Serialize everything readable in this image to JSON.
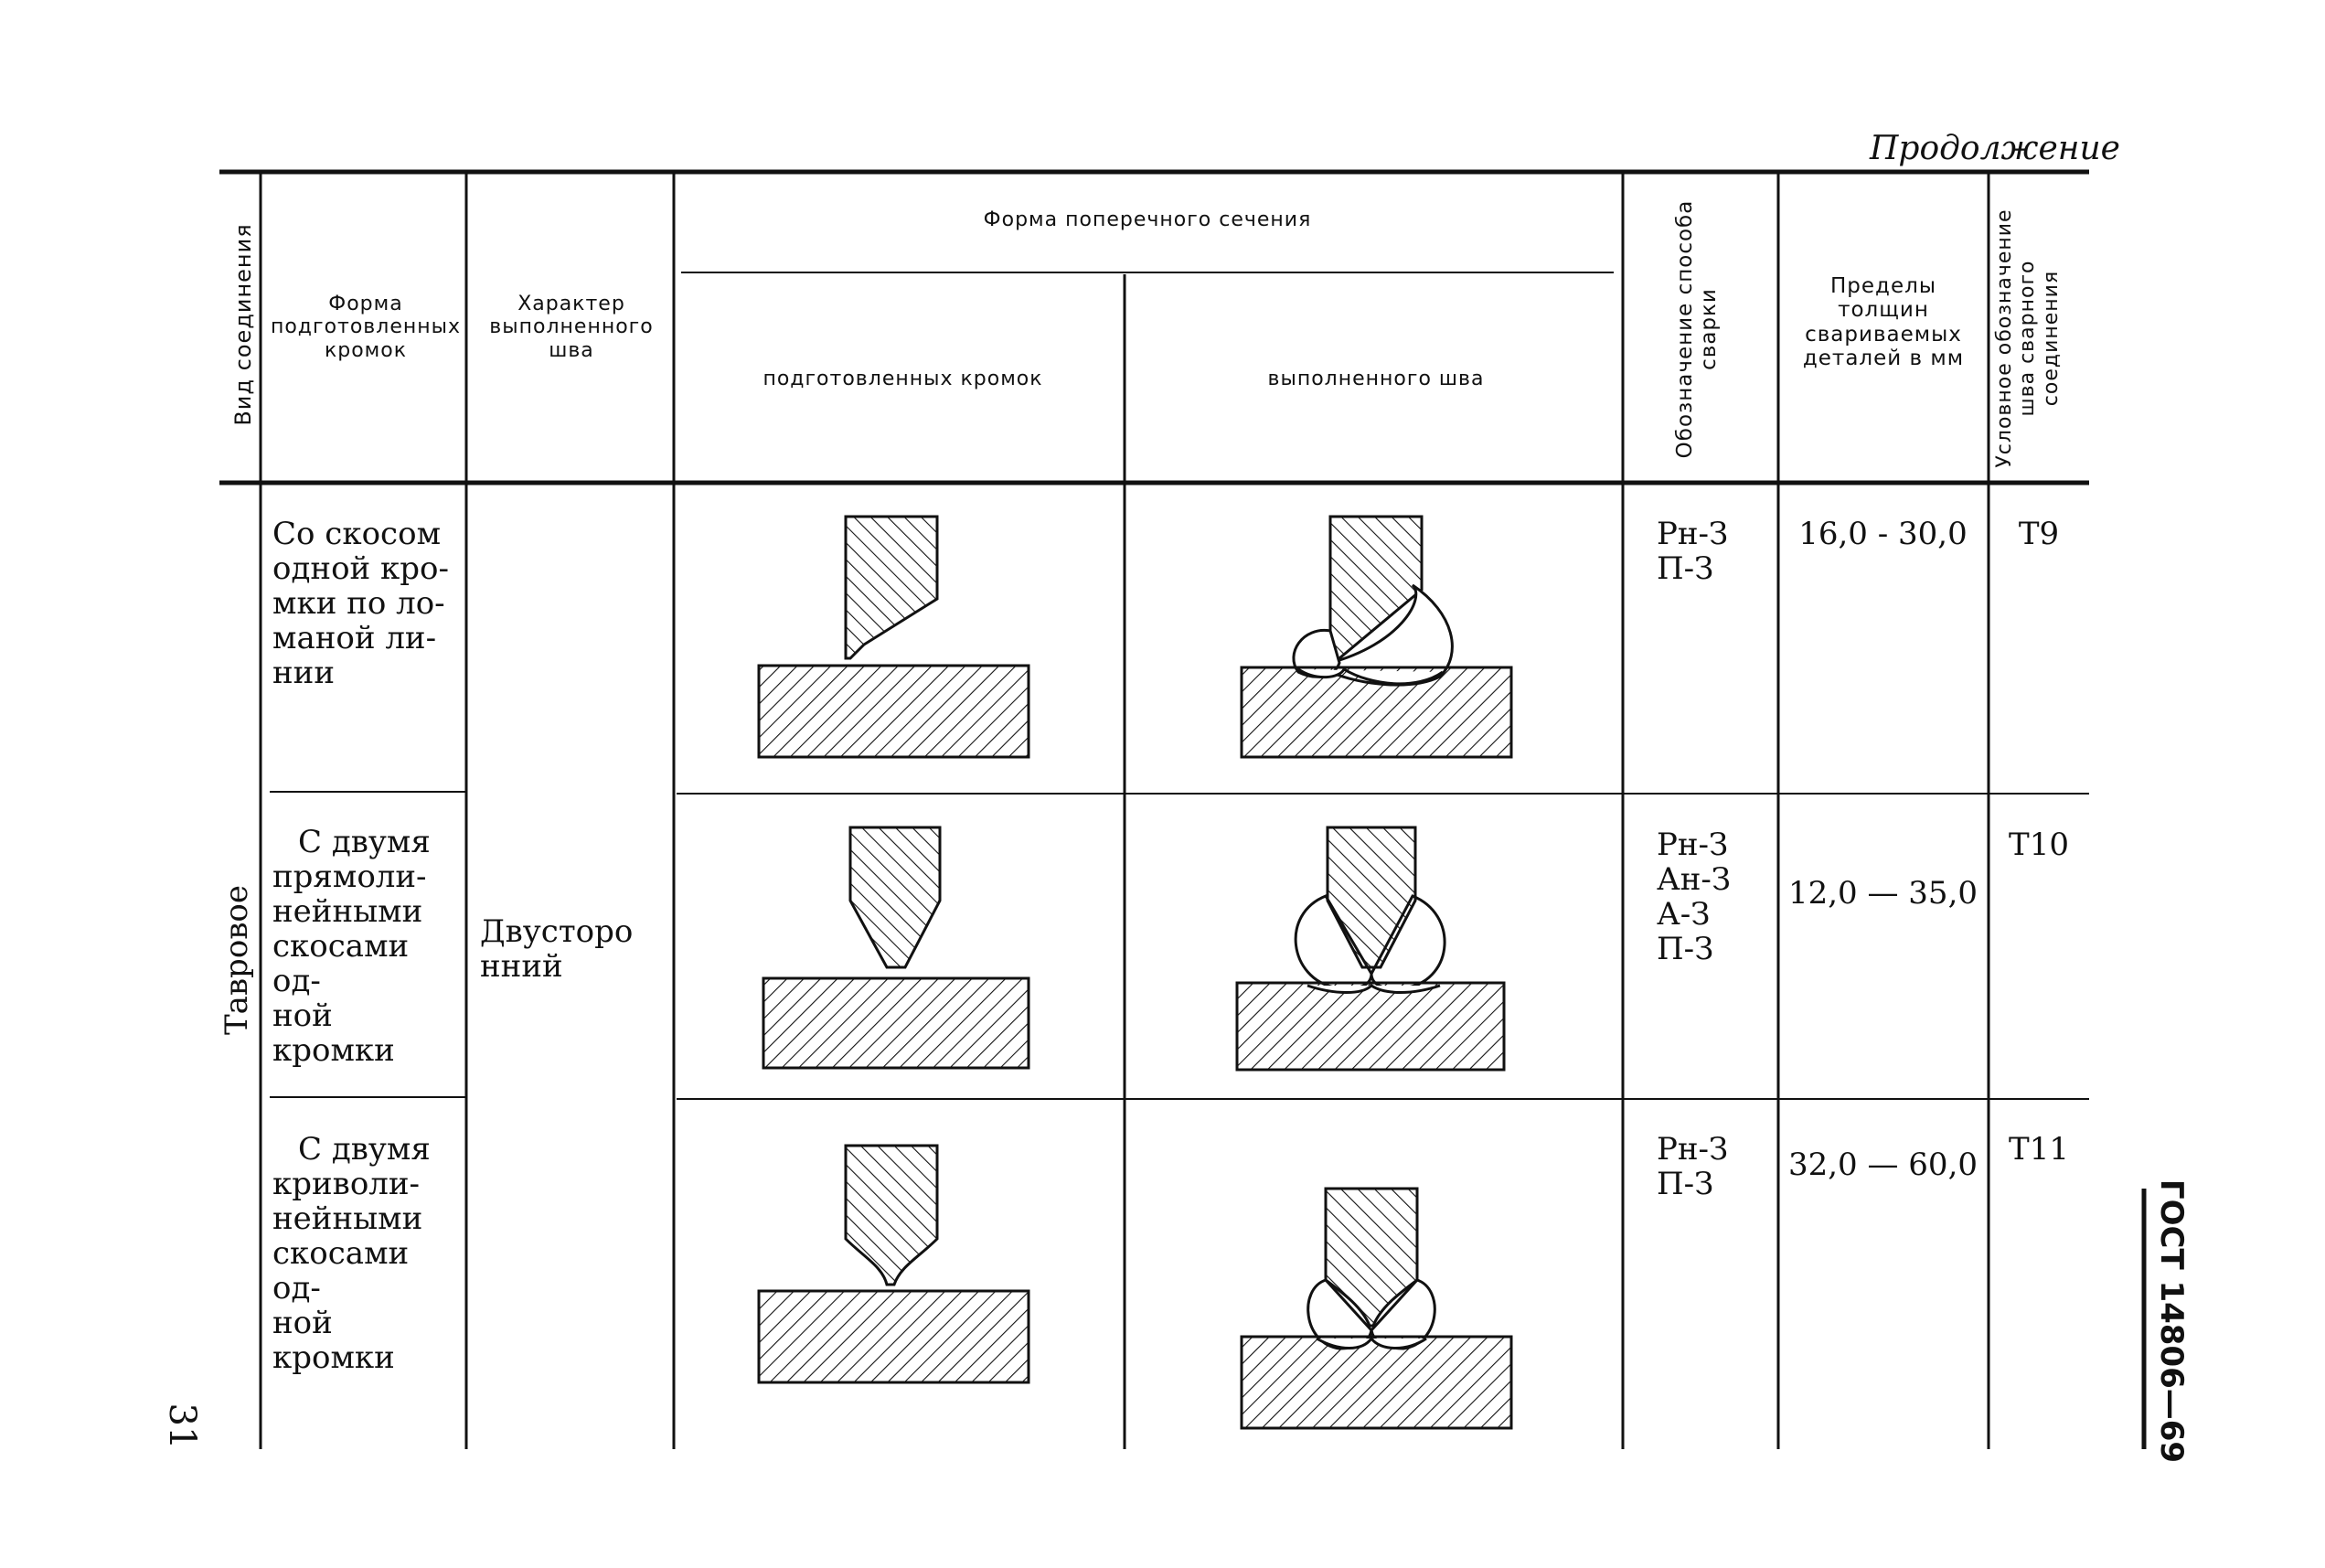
{
  "continuation": "Продолжение",
  "page_number": "31",
  "standard": "ГОСТ 14806—69",
  "headers": {
    "joint_type": "Вид соединения",
    "edge_form": "Форма подготовленных кромок",
    "weld_character": "Характер выполненного шва",
    "cross_section": "Форма поперечного сечения",
    "prepared_edges": "подготовленных кромок",
    "finished_weld": "выполненного шва",
    "welding_method": "Обозначение способа сварки",
    "thickness_limits": "Пределы толщин свариваемых деталей в мм",
    "symbol": "Условное обозначение шва сварного соединения"
  },
  "joint_type_value": "Тавровое",
  "weld_character_value": "Двусторонний",
  "rows": [
    {
      "edge_form": [
        "Со скосом",
        "одной кро-",
        "мки по ло-",
        "маной ли-",
        "нии"
      ],
      "methods": [
        "Рн-З",
        "П-З"
      ],
      "thickness": "16,0 - 30,0",
      "symbol": "Т9"
    },
    {
      "edge_form": [
        "С двумя",
        "прямоли-",
        "нейными",
        "скосами од-",
        "ной кромки"
      ],
      "methods": [
        "Рн-З",
        "Ан-З",
        "А-З",
        "П-З"
      ],
      "thickness": "12,0 — 35,0",
      "symbol": "Т10"
    },
    {
      "edge_form": [
        "С двумя",
        "криволи-",
        "нейными",
        "скосами од-",
        "ной кромки"
      ],
      "methods": [
        "Рн-З",
        "П-З"
      ],
      "thickness": "32,0 — 60,0",
      "symbol": "Т11"
    }
  ]
}
